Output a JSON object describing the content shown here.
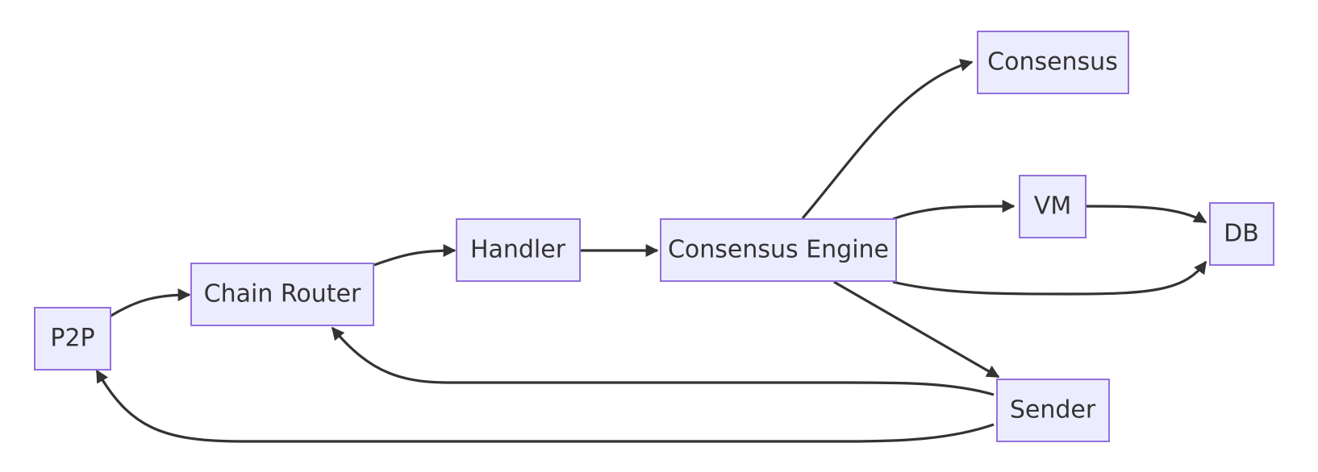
{
  "nodes": [
    {
      "id": "p2p",
      "label": "P2P"
    },
    {
      "id": "chain_router",
      "label": "Chain Router"
    },
    {
      "id": "handler",
      "label": "Handler"
    },
    {
      "id": "consensus_engine",
      "label": "Consensus Engine"
    },
    {
      "id": "consensus",
      "label": "Consensus"
    },
    {
      "id": "vm",
      "label": "VM"
    },
    {
      "id": "db",
      "label": "DB"
    },
    {
      "id": "sender",
      "label": "Sender"
    }
  ],
  "edges": [
    {
      "from": "p2p",
      "to": "chain_router"
    },
    {
      "from": "chain_router",
      "to": "handler"
    },
    {
      "from": "handler",
      "to": "consensus_engine"
    },
    {
      "from": "consensus_engine",
      "to": "consensus"
    },
    {
      "from": "consensus_engine",
      "to": "vm"
    },
    {
      "from": "vm",
      "to": "db"
    },
    {
      "from": "consensus_engine",
      "to": "db"
    },
    {
      "from": "consensus_engine",
      "to": "sender"
    },
    {
      "from": "sender",
      "to": "chain_router"
    },
    {
      "from": "sender",
      "to": "p2p"
    }
  ],
  "colors": {
    "node_fill": "#ececff",
    "node_stroke": "#9370db",
    "edge": "#333333",
    "text": "#333333"
  }
}
